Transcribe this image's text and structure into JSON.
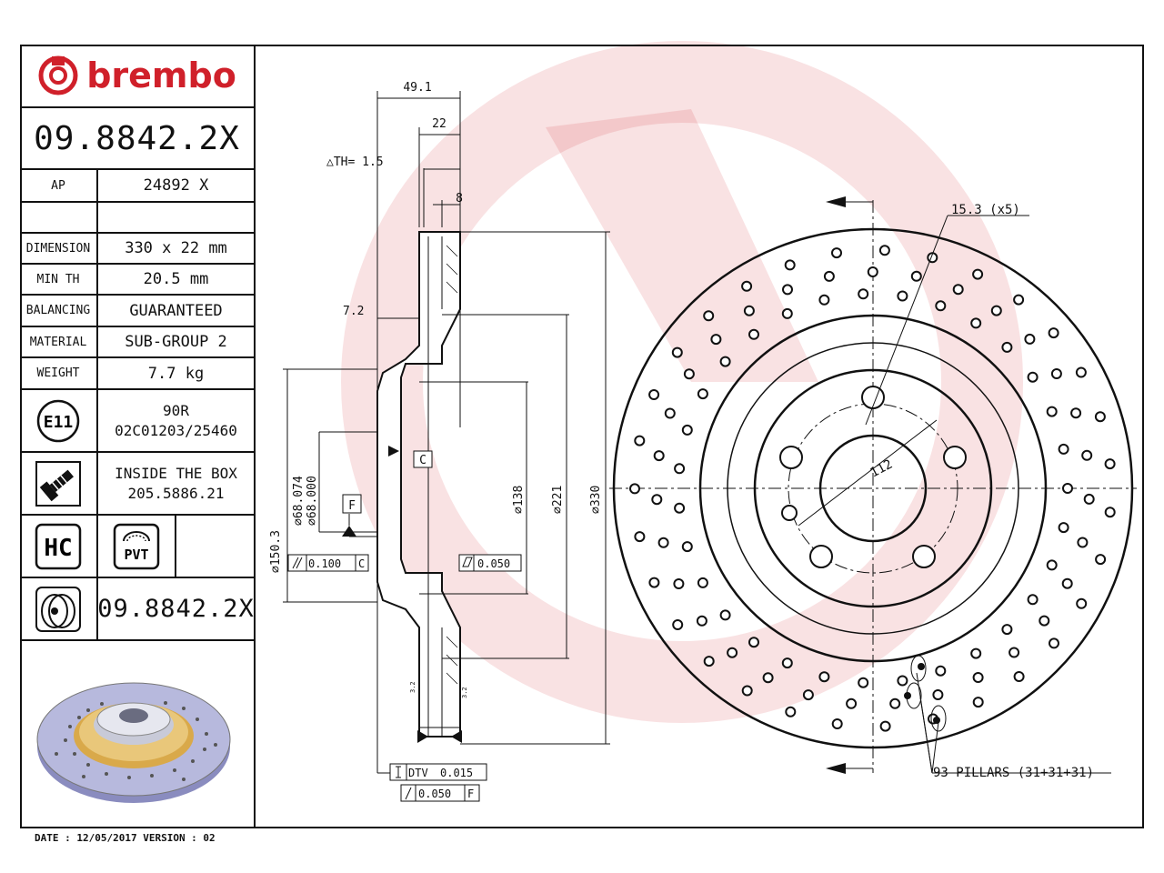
{
  "brand": {
    "name": "brembo",
    "color": "#d0202a"
  },
  "part_number": "09.8842.2X",
  "spec_rows": [
    {
      "label": "AP",
      "value": "24892 X"
    },
    {
      "label": "",
      "value": ""
    },
    {
      "label": "DIMENSION",
      "value": "330 x 22 mm"
    },
    {
      "label": "MIN TH",
      "value": "20.5 mm"
    },
    {
      "label": "BALANCING",
      "value": "GUARANTEED"
    },
    {
      "label": "MATERIAL",
      "value": "SUB-GROUP 2"
    },
    {
      "label": "WEIGHT",
      "value": "7.7 kg"
    }
  ],
  "homologation": {
    "icon_label": "E11",
    "line1": "90R",
    "line2": "02C01203/25460"
  },
  "screws": {
    "icon": "screw-icon",
    "line1": "INSIDE THE BOX",
    "line2": "205.5886.21"
  },
  "badges": {
    "hc": "HC",
    "pvt": "PVT"
  },
  "part_number_bottom": "09.8842.2X",
  "footer": "DATE : 12/05/2017 VERSION : 02",
  "section_dims": {
    "d_49_1": "49.1",
    "d_22": "22",
    "delta_th": "△TH= 1.5",
    "d_8": "8",
    "d_7_2": "7.2",
    "dia_150_3": "⌀150.3",
    "dia_68_074": "⌀68.074",
    "dia_68_000": "⌀68.000",
    "dia_138": "⌀138",
    "dia_221": "⌀221",
    "dia_330": "⌀330",
    "datum_c": "C",
    "datum_f": "F",
    "tol_parallel": "0.100",
    "tol_parallel_ref": "C",
    "tol_flat": "0.050",
    "tol_dtv_label": "DTV",
    "tol_dtv": "0.015",
    "tol_runout": "0.050",
    "tol_runout_ref": "F",
    "small_3_2_a": "3.2",
    "small_3_2_b": "3.2"
  },
  "front_view": {
    "hole_callout": "15.3 (x5)",
    "pcd": "112",
    "pillars": "93 PILLARS (31+31+31)"
  }
}
